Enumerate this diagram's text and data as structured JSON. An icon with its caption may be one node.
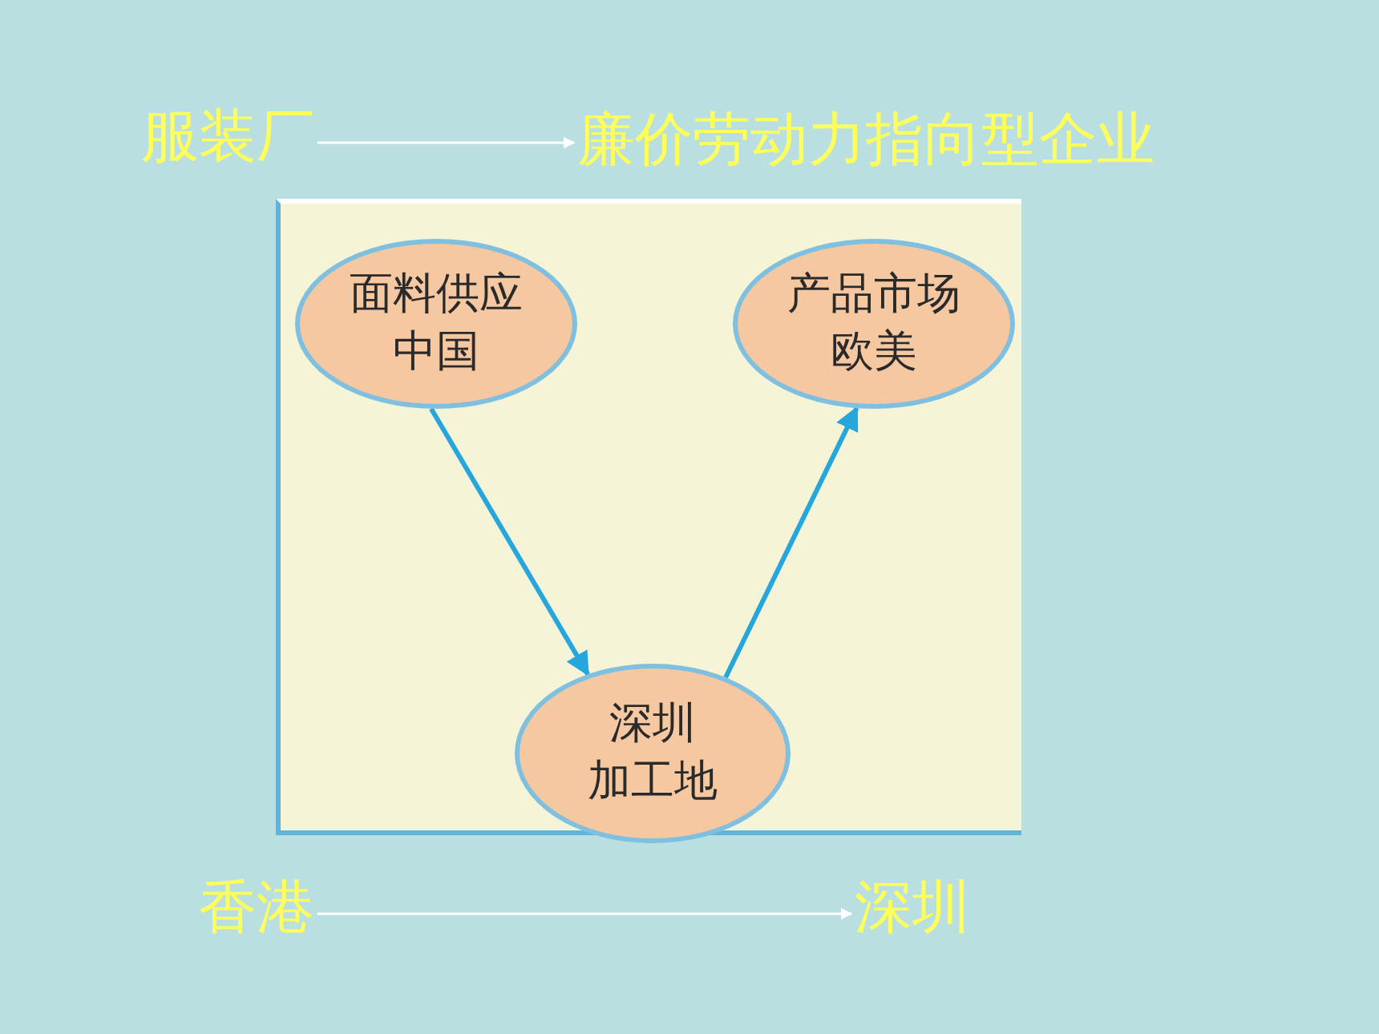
{
  "diagram": {
    "nodes": [
      {
        "text": [
          "服装厂"
        ]
      },
      {
        "text": [
          "廉价劳动力指向型企业"
        ]
      },
      {
        "text": [
          "面料供应",
          "中国"
        ]
      },
      {
        "text": [
          "产品市场",
          "欧美"
        ]
      },
      {
        "text": [
          "深圳",
          "加工地"
        ]
      },
      {
        "text": [
          "香港"
        ]
      },
      {
        "text": [
          "深圳"
        ]
      }
    ],
    "edges": [
      {
        "from": 0,
        "to": 1,
        "arrow": "to"
      },
      {
        "from": 2,
        "to": 4,
        "arrow": "to",
        "style": "thick",
        "color": "#25a6dc"
      },
      {
        "from": 4,
        "to": 3,
        "arrow": "to",
        "style": "thick",
        "color": "#25a6dc"
      },
      {
        "from": 5,
        "to": 6,
        "arrow": "to"
      }
    ]
  }
}
